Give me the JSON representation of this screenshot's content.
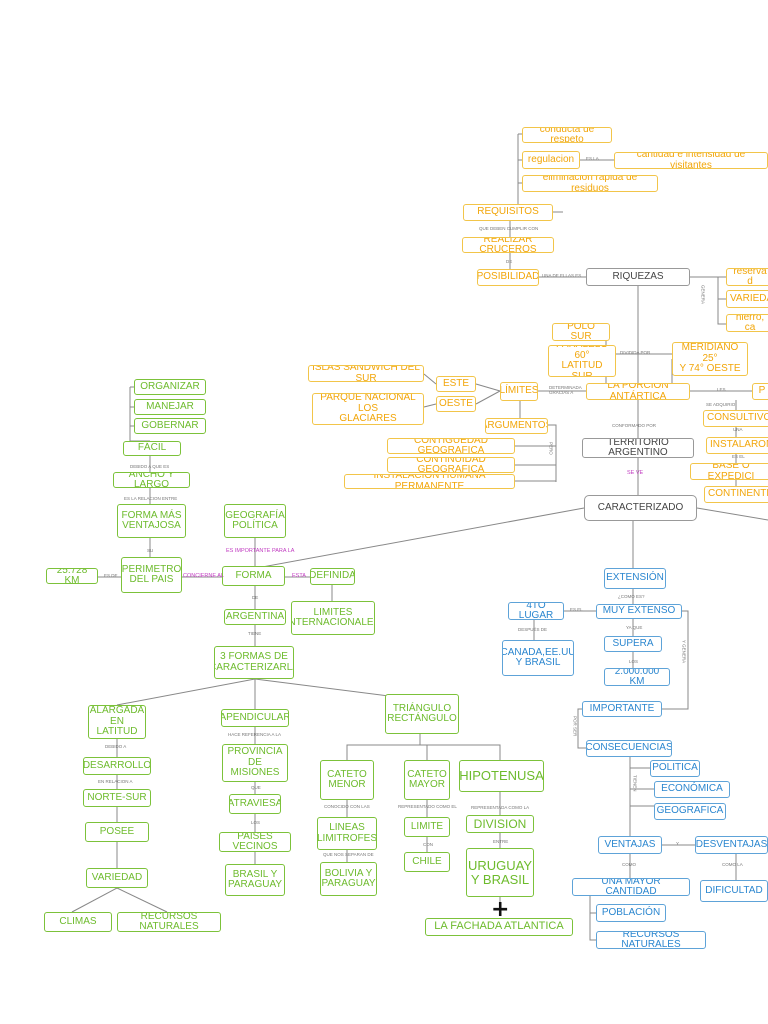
{
  "nodes": {
    "conducta": "conducta de respeto",
    "regulacion": "regulacion",
    "cantidad_intensidad": "cantidad e intensidad de visitantes",
    "eliminacion": "eliminación rápida de residuos",
    "requisitos": "REQUISITOS",
    "realizar_cruceros": "REALIZAR CRUCEROS",
    "posibilidad": "POSIBILIDAD",
    "riquezas": "RIQUEZAS",
    "reserva": "reserva d",
    "variedad_r": "VARIEDAD",
    "hierro": "hierro, ca",
    "polo_sur": "POLO SUR",
    "paralelo": "PARALELO 60°\nLATITUD SUR",
    "meridiano": "MERIDIANO 25°\nY 74° OESTE",
    "porcion_antartica": "LA PORCION ANTÁRTICA",
    "p_right": "P",
    "consultivos": "CONSULTIVOS",
    "instalaron": "INSTALARON",
    "base": "BASE O EXPEDICI",
    "continente": "CONTINENTE",
    "islas_sandwich": "ISLAS SANDWICH DEL SUR",
    "este": "ESTE",
    "oeste": "OESTE",
    "parque": "PARQUE NACIONAL LOS\nGLACIARES",
    "limites": "LÍMITES",
    "argumentos": "ARGUMENTOS",
    "contiguedad": "CONTIGUEDAD GEOGRAFICA",
    "continuidad": "CONTINUIDAD GEOGRAFICA",
    "instalacion": "INSTALACIÓN HUMANA PERMANENTE",
    "territorio": "TERRITORIO ARGENTINO",
    "caracterizado": "CARACTERIZADO",
    "organizar": "ORGANIZAR",
    "manejar": "MANEJAR",
    "gobernar": "GOBERNAR",
    "facil": "FÁCIL",
    "ancho_largo": "ANCHO Y LARGO",
    "forma_ventajosa": "FORMA MÁS\nVENTAJOSA",
    "geografia_politica": "GEOGRAFÍA\nPOLÍTICA",
    "perimetro": "PERIMETRO\nDEL PAIS",
    "km_25728": "25.728 KM",
    "forma": "FORMA",
    "definida": "DEFINIDA",
    "limites_int": "LIMITES\nINTERNACIONALES",
    "argentina": "ARGENTINA",
    "tres_formas": "3 FORMAS DE\nCARACTERIZARLA",
    "alargada": "ALARGADA\nEN LATITUD",
    "desarrollo": "DESARROLLO",
    "norte_sur": "NORTE-SUR",
    "posee": "POSEE",
    "variedad": "VARIEDAD",
    "climas": "CLIMAS",
    "recursos_naturales_g": "RECURSOS NATURALES",
    "apendicular": "APENDICULAR",
    "provincia_misiones": "PROVINCIA DE\nMISIONES",
    "atraviesa": "ATRAVIESA",
    "paises_vecinos": "PAISES VECINOS",
    "brasil_paraguay": "BRASIL Y\nPARAGUAY",
    "triangulo": "TRIÁNGULO\nRECTÁNGULO",
    "cateto_menor": "CATETO\nMENOR",
    "lineas_limitrofes": "LINEAS\nLIMITROFES",
    "bolivia_paraguay": "BOLIVIA Y\nPARAGUAY",
    "cateto_mayor": "CATETO\nMAYOR",
    "limite": "LIMITE",
    "chile": "CHILE",
    "hipotenusa": "HIPOTENUSA",
    "division": "DIVISION",
    "uruguay_brasil": "URUGUAY\nY BRASIL",
    "fachada": "LA FACHADA ATLANTICA",
    "extension": "EXTENSIÓN",
    "muy_extenso": "MUY EXTENSO",
    "cuarto_lugar": "4TO LUGAR",
    "canada": "CANADA,EE.UU\nY BRASIL",
    "supera": "SUPERA",
    "km_2000000": "2.000.000 KM",
    "importante": "IMPORTANTE",
    "consecuencias": "CONSECUENCIAS",
    "politica": "POLITICA",
    "economica": "ECONÓMICA",
    "geografica": "GEOGRAFICA",
    "ventajas": "VENTAJAS",
    "desventajas": "DESVENTAJAS",
    "una_mayor_cantidad": "UNA MAYOR CANTIDAD",
    "dificultad": "DIFICULTAD",
    "poblacion": "POBLACIÓN",
    "recursos_naturales_b": "RECURSOS NATURALES"
  },
  "labels": {
    "que_deben": "QUE DEBEN CUMPLIR CON",
    "de": "DE",
    "es_la": "ES LA",
    "una_de": "UNA DE ELLAS ES",
    "dividida": "DIVIDIDA POR",
    "determinada": "DETERMINADA\nGRACIAS A",
    "conformado": "CONFORMADO POR",
    "se_ve": "SE VE",
    "debido": "DEBIDO A QUE ES",
    "es_la_relacion": "ES LA RELACION ENTRE",
    "su": "SU",
    "es_de": "ES DE",
    "concierne": "CONCIERNE AL",
    "es_importante": "ES IMPORTANTE PARA LA",
    "esta": "ESTA",
    "de2": "DE",
    "tiene": "TIENE",
    "debido_a": "DEBIDO A",
    "en_relacion": "EN RELACION A",
    "hace_referencia": "HACE REFERENCIA A LA",
    "que": "QUE",
    "los": "LOS",
    "conocidos": "CONOCIDO CON LAS",
    "que_nos_separan": "QUE NOS SEPARAN DE",
    "representado": "REPRESENTADO COMO EL",
    "con": "CON",
    "representada": "REPRESENTADA COMO LA",
    "entre": "ENTRE",
    "como_es": "¿COMO ES?",
    "ya_que": "YA QUE",
    "los2": "LOS",
    "es_el": "ES EL",
    "despues_de": "DESPUÉS DE",
    "y": "Y",
    "como": "COMO",
    "como_la": "COMO LA",
    "una": "UNA",
    "es_el2": "ES EL",
    "les": "LES",
    "genera": "GENERA",
    "se_adquirio": "SE ADQUIRIO",
    "pero": "PERO",
    "y_genera": "Y GENERA",
    "tienen": "TIENEN",
    "por_ser": "POR SER",
    "es_la2": "ES LA"
  },
  "colors": {
    "yellow": "#f2a60a",
    "green": "#6dbb2c",
    "blue": "#2a86cf",
    "gray": "#444444",
    "magenta": "#c03ac0"
  }
}
